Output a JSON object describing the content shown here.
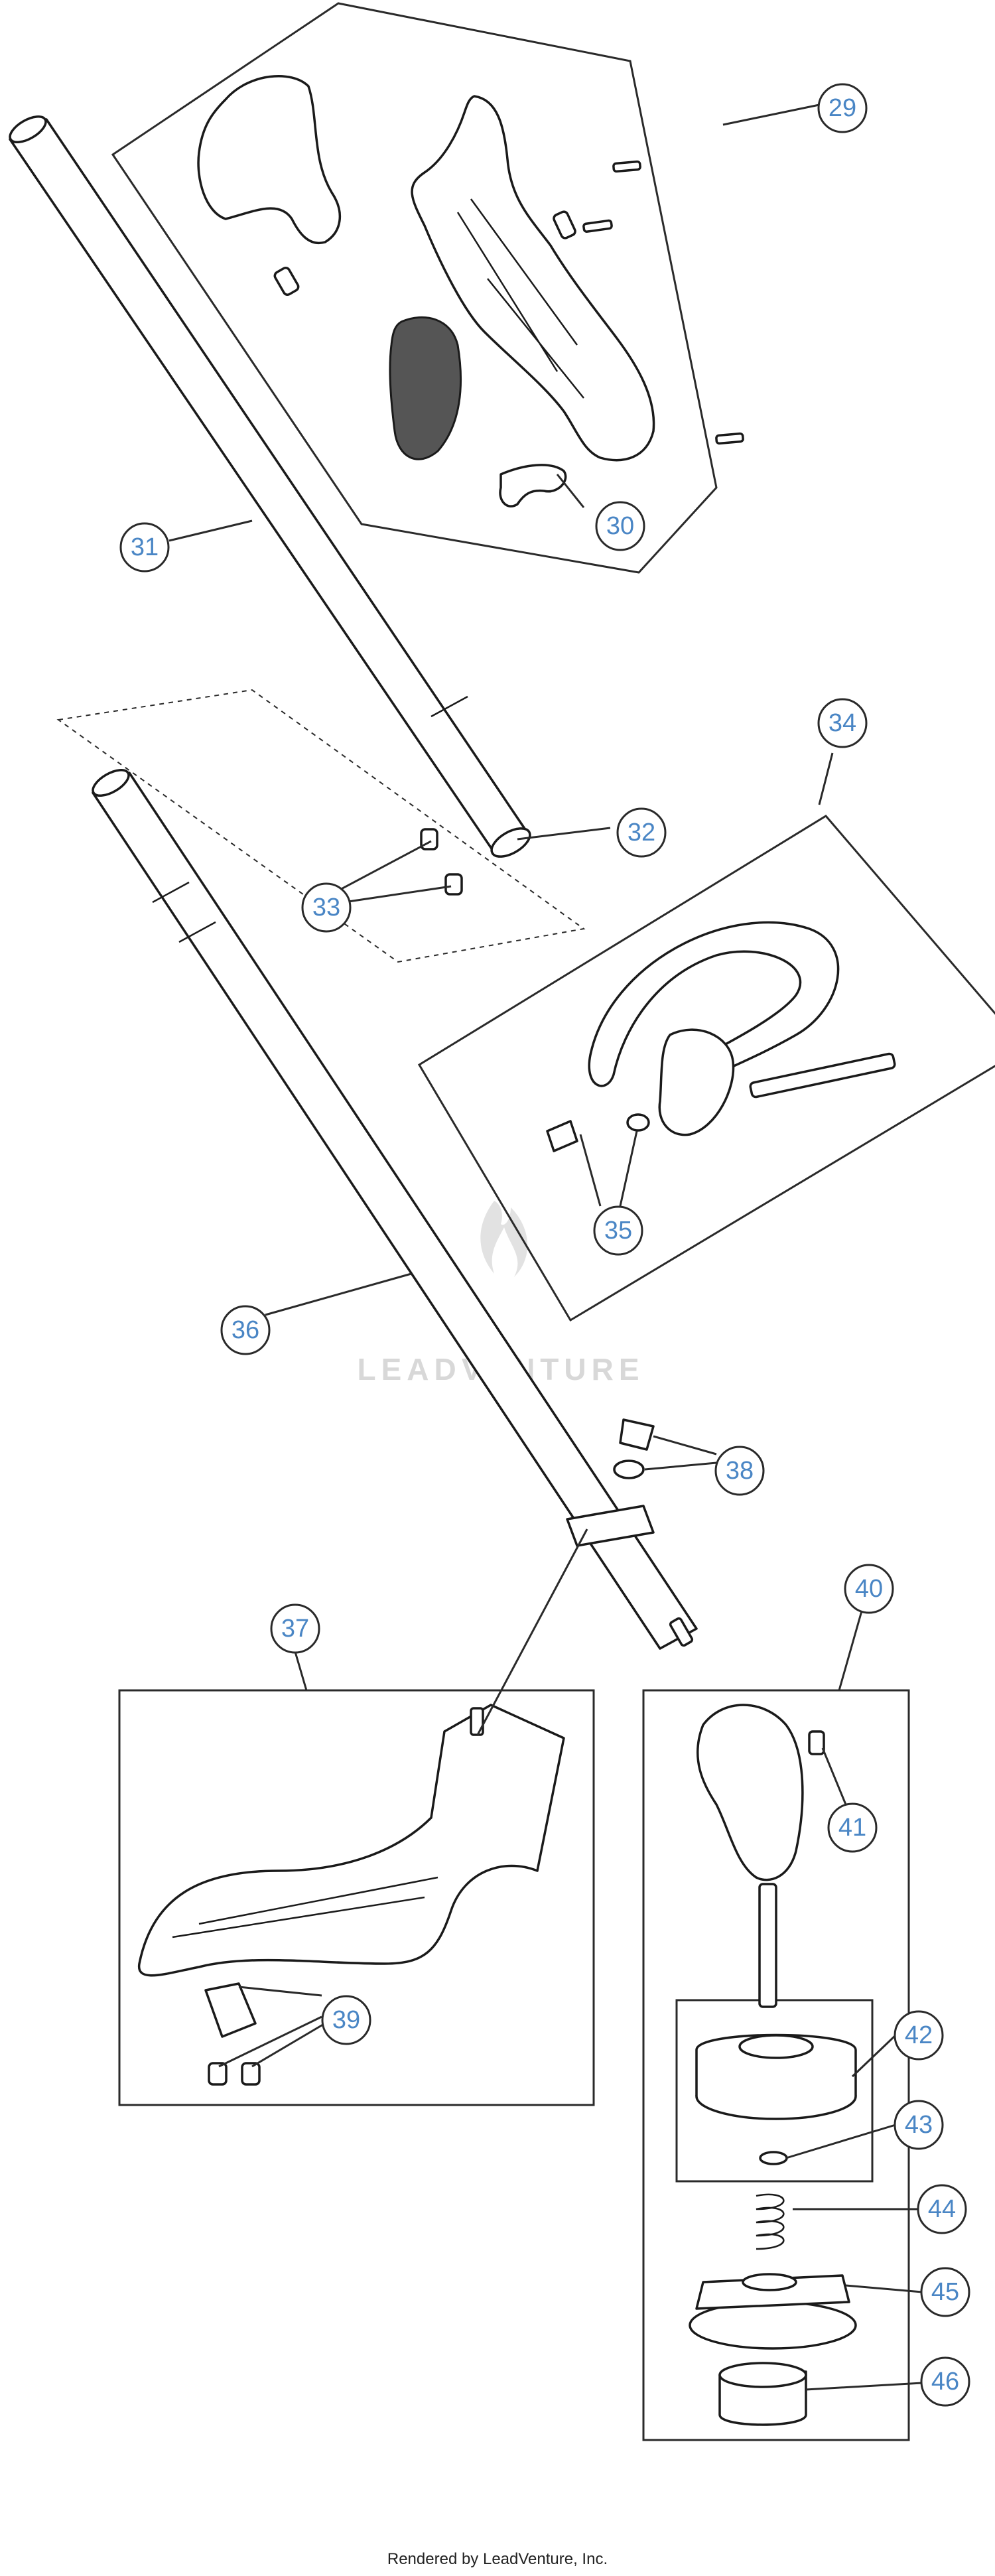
{
  "callouts": {
    "c29": "29",
    "c30": "30",
    "c31": "31",
    "c32": "32",
    "c33": "33",
    "c34": "34",
    "c35": "35",
    "c36": "36",
    "c37": "37",
    "c38": "38",
    "c39": "39",
    "c40": "40",
    "c41": "41",
    "c42": "42",
    "c43": "43",
    "c44": "44",
    "c45": "45",
    "c46": "46"
  },
  "watermark": {
    "text": "LEADVENTURE"
  },
  "footer": {
    "text": "Rendered by LeadVenture, Inc."
  },
  "colors": {
    "callout_text": "#4a86c5",
    "line": "#2a2a2a",
    "watermark": "#d8d8d8"
  }
}
